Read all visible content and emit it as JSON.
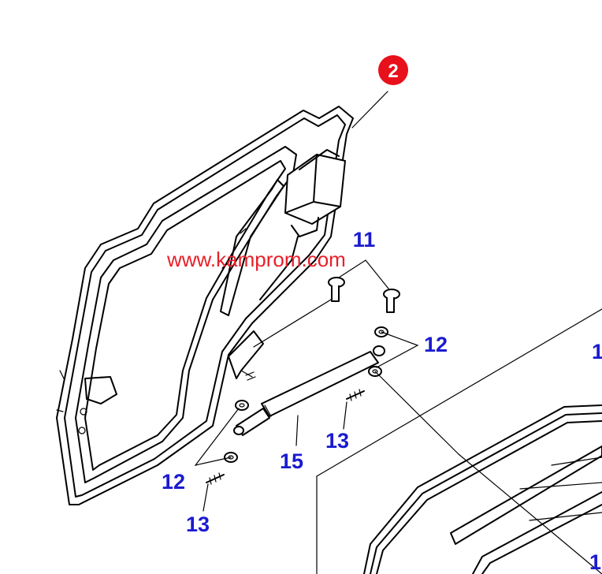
{
  "badge": {
    "text": "2",
    "color": "#e8101a"
  },
  "watermark": "www.kamprom.com",
  "labels": {
    "part_11": "11",
    "part_12_right": "12",
    "part_12_left": "12",
    "part_13_right": "13",
    "part_13_bottom": "13",
    "part_15": "15",
    "part_edge": "1",
    "part_edge_bottom": "1"
  },
  "colors": {
    "label": "#1a1ad0",
    "watermark": "#e8202a",
    "line": "#000000"
  }
}
